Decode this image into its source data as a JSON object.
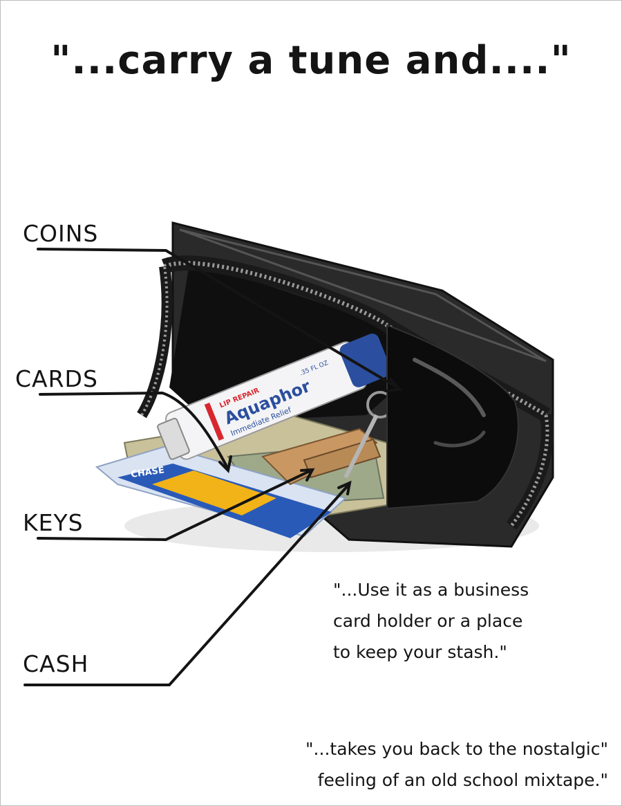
{
  "title": "\"...carry a tune and....\"",
  "callouts": {
    "coins": "COINS",
    "cards": "CARDS",
    "keys": "KEYS",
    "cash": "CASH"
  },
  "quotes": {
    "stash": [
      "\"...Use it as a business",
      "card holder or a place",
      "to keep your stash.\""
    ],
    "mixtape": [
      "\"...takes you back to the nostalgic\"",
      "feeling of an old school mixtape.\""
    ]
  },
  "product_text": {
    "tube_brand": "Aquaphor",
    "tube_line": "LIP REPAIR",
    "tube_subtitle": "Immediate Relief",
    "tube_size": ".35 FL OZ",
    "card_bank": "CHASE"
  },
  "colors": {
    "ink": "#141414",
    "wallet": "#1b1b1b",
    "zipper": "#8a8a8a",
    "card_blue": "#2a5ab8",
    "card_yellow": "#f2b318",
    "tube_blue": "#2b4f9e",
    "tube_red": "#d8262e"
  }
}
